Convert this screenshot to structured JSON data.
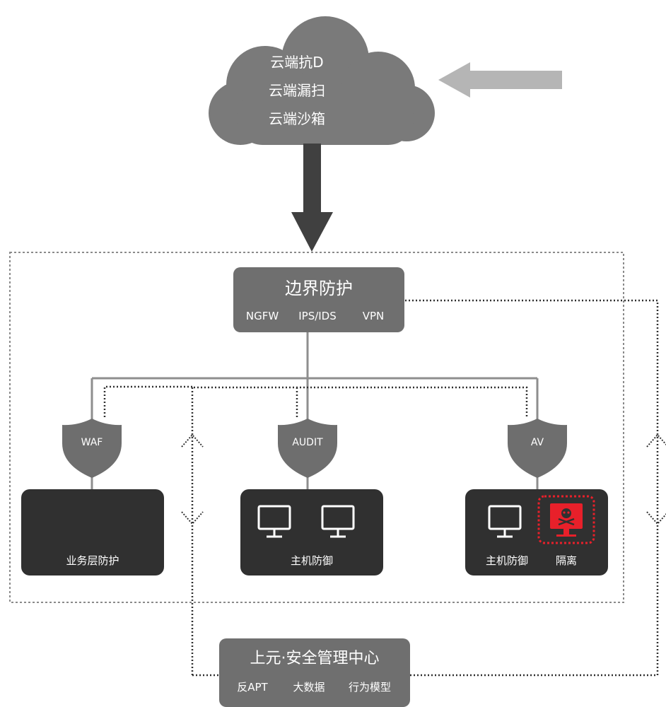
{
  "cloud": {
    "services": [
      "云端抗D",
      "云端漏扫",
      "云端沙箱"
    ],
    "color": "#7a7a7a"
  },
  "border_protection": {
    "title": "边界防护",
    "items": [
      "NGFW",
      "IPS/IDS",
      "VPN"
    ],
    "color": "#6f6f6f"
  },
  "shields": [
    "WAF",
    "AUDIT",
    "AV"
  ],
  "shield_color": "#6e6e6e",
  "nodes": [
    {
      "label": "业务层防护",
      "icon": "server-icon"
    },
    {
      "label": "主机防御",
      "icon": "monitor-icon"
    },
    {
      "label": "主机防御",
      "icon": "monitor-icon",
      "isolated_label": "隔离",
      "isolated_icon": "infected-monitor-icon"
    }
  ],
  "node_color": "#303030",
  "isolation_color": "#e8202a",
  "management": {
    "title": "上元·安全管理中心",
    "items": [
      "反APT",
      "大数据",
      "行为模型"
    ],
    "color": "#6f6f6f"
  }
}
